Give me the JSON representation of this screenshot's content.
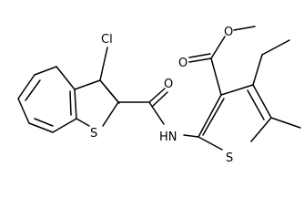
{
  "molecule": {
    "atoms": {
      "chlorine": "Cl",
      "sulfur_benzothiophene": "S",
      "oxygen_amide": "O",
      "amide_nh": "HN",
      "oxygen_ester_carbonyl": "O",
      "oxygen_ester_methoxy": "O",
      "sulfur_thiophene": "S"
    }
  }
}
